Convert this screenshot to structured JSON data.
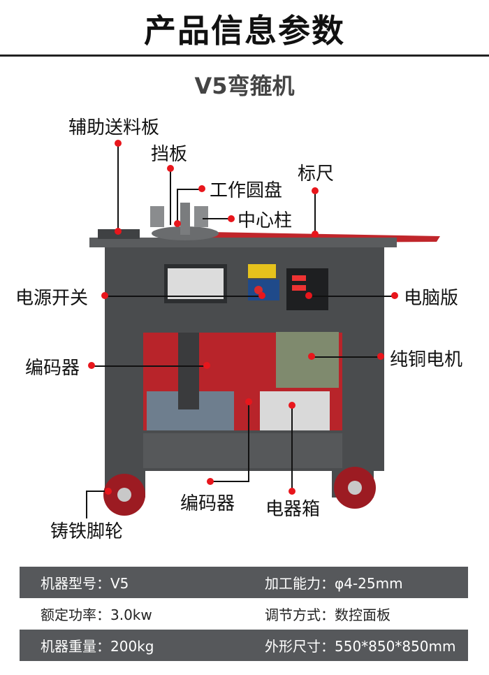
{
  "header": {
    "title": "产品信息参数",
    "model": "V5弯箍机"
  },
  "callouts": {
    "feed_plate": "辅助送料板",
    "baffle": "挡板",
    "work_disc": "工作圆盘",
    "ruler": "标尺",
    "center_post": "中心柱",
    "power_switch": "电源开关",
    "computer_board": "电脑版",
    "encoder_top": "编码器",
    "copper_motor": "纯铜电机",
    "encoder_bottom": "编码器",
    "electrical_box": "电器箱",
    "cast_wheel": "铸铁脚轮"
  },
  "specs": [
    {
      "label": "机器型号：",
      "value": "V5",
      "label2": "加工能力：",
      "value2": "φ4-25mm"
    },
    {
      "label": "额定功率：",
      "value": "3.0kw",
      "label2": "调节方式：",
      "value2": "数控面板"
    },
    {
      "label": "机器重量：",
      "value": "200kg",
      "label2": "外形尺寸：",
      "value2": "550*850*850mm"
    }
  ],
  "colors": {
    "frame": "#4a4c4e",
    "accent_red": "#c0262b",
    "table_dark": "#56585b"
  }
}
